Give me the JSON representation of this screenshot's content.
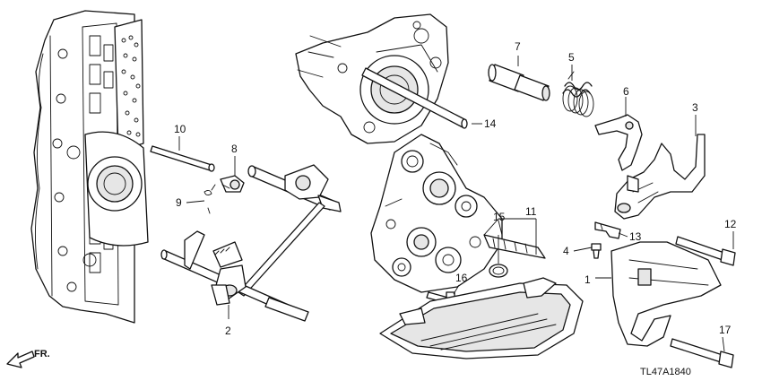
{
  "callouts": [
    {
      "id": "c1",
      "label": "1"
    },
    {
      "id": "c2",
      "label": "2"
    },
    {
      "id": "c3",
      "label": "3"
    },
    {
      "id": "c4",
      "label": "4"
    },
    {
      "id": "c5",
      "label": "5"
    },
    {
      "id": "c6",
      "label": "6"
    },
    {
      "id": "c7",
      "label": "7"
    },
    {
      "id": "c8",
      "label": "8"
    },
    {
      "id": "c9",
      "label": "9"
    },
    {
      "id": "c10",
      "label": "10"
    },
    {
      "id": "c11",
      "label": "11"
    },
    {
      "id": "c12",
      "label": "12"
    },
    {
      "id": "c13",
      "label": "13"
    },
    {
      "id": "c14",
      "label": "14"
    },
    {
      "id": "c15",
      "label": "15"
    },
    {
      "id": "c16",
      "label": "16"
    },
    {
      "id": "c17",
      "label": "17"
    }
  ],
  "direction_marker": {
    "label": "FR.",
    "icon": "front-arrow-icon"
  },
  "diagram_code": "TL47A1840"
}
